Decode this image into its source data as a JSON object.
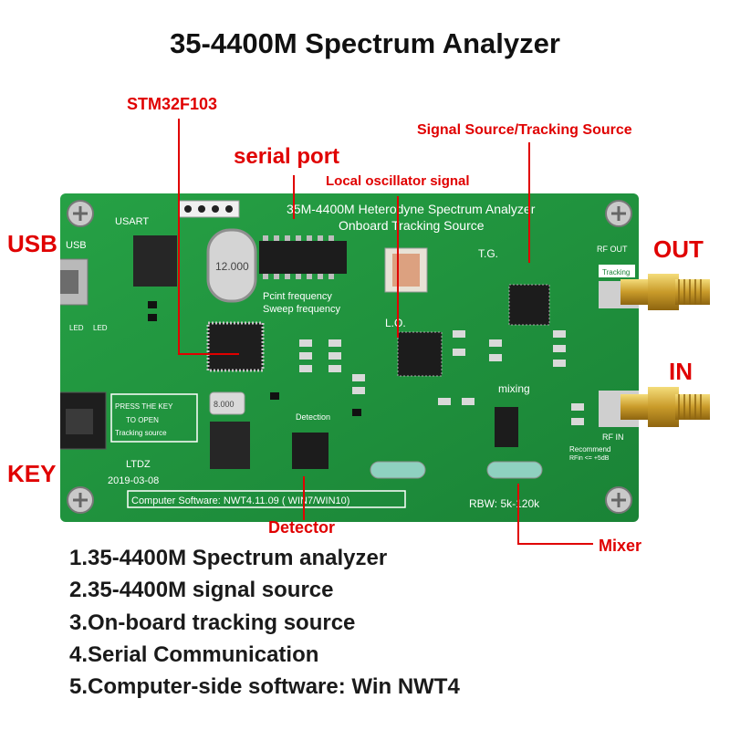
{
  "title": "35-4400M  Spectrum Analyzer",
  "callouts": {
    "mcu": "STM32F103",
    "serial_port": "serial port",
    "lo_signal": "Local oscillator signal",
    "signal_source": "Signal Source/Tracking Source",
    "usb": "USB",
    "out": "OUT",
    "in": "IN",
    "key": "KEY",
    "detector": "Detector",
    "mixer": "Mixer"
  },
  "board": {
    "heading_line1": "35M-4400M Heterodyne Spectrum Analyzer",
    "heading_line2": "Onboard Tracking Source",
    "usart": "USART",
    "usb_silk": "USB",
    "led1": "LED",
    "led2": "LED",
    "point_freq": "Pcint frequency",
    "sweep_freq": "Sweep frequency",
    "tg": "T.G.",
    "lo": "L.O.",
    "rf_out": "RF OUT",
    "tracking": "Tracking",
    "rf_in": "RF IN",
    "mixing": "mixing",
    "detection": "Detection",
    "key_note_1": "PRESS THE KEY",
    "key_note_2": "TO OPEN",
    "key_note_3": "Tracking source",
    "ltdz": "LTDZ",
    "date": "2019-03-08",
    "software": "Computer Software: NWT4.11.09 ( WIN7/WIN10)",
    "rbw": "RBW: 5k-120k",
    "recommend_1": "Recommend",
    "recommend_2": "RFin <= +5dB",
    "crystal": "12.000",
    "crystal2": "8.000"
  },
  "features": [
    "1.35-4400M Spectrum analyzer",
    "2.35-4400M signal source",
    "3.On-board tracking source",
    "4.Serial Communication",
    "5.Computer-side software: Win NWT4"
  ],
  "colors": {
    "pcb": "#1f8f3c",
    "pcb_dark": "#15702c",
    "callout": "#e00000",
    "sma": "#d7a92f"
  }
}
